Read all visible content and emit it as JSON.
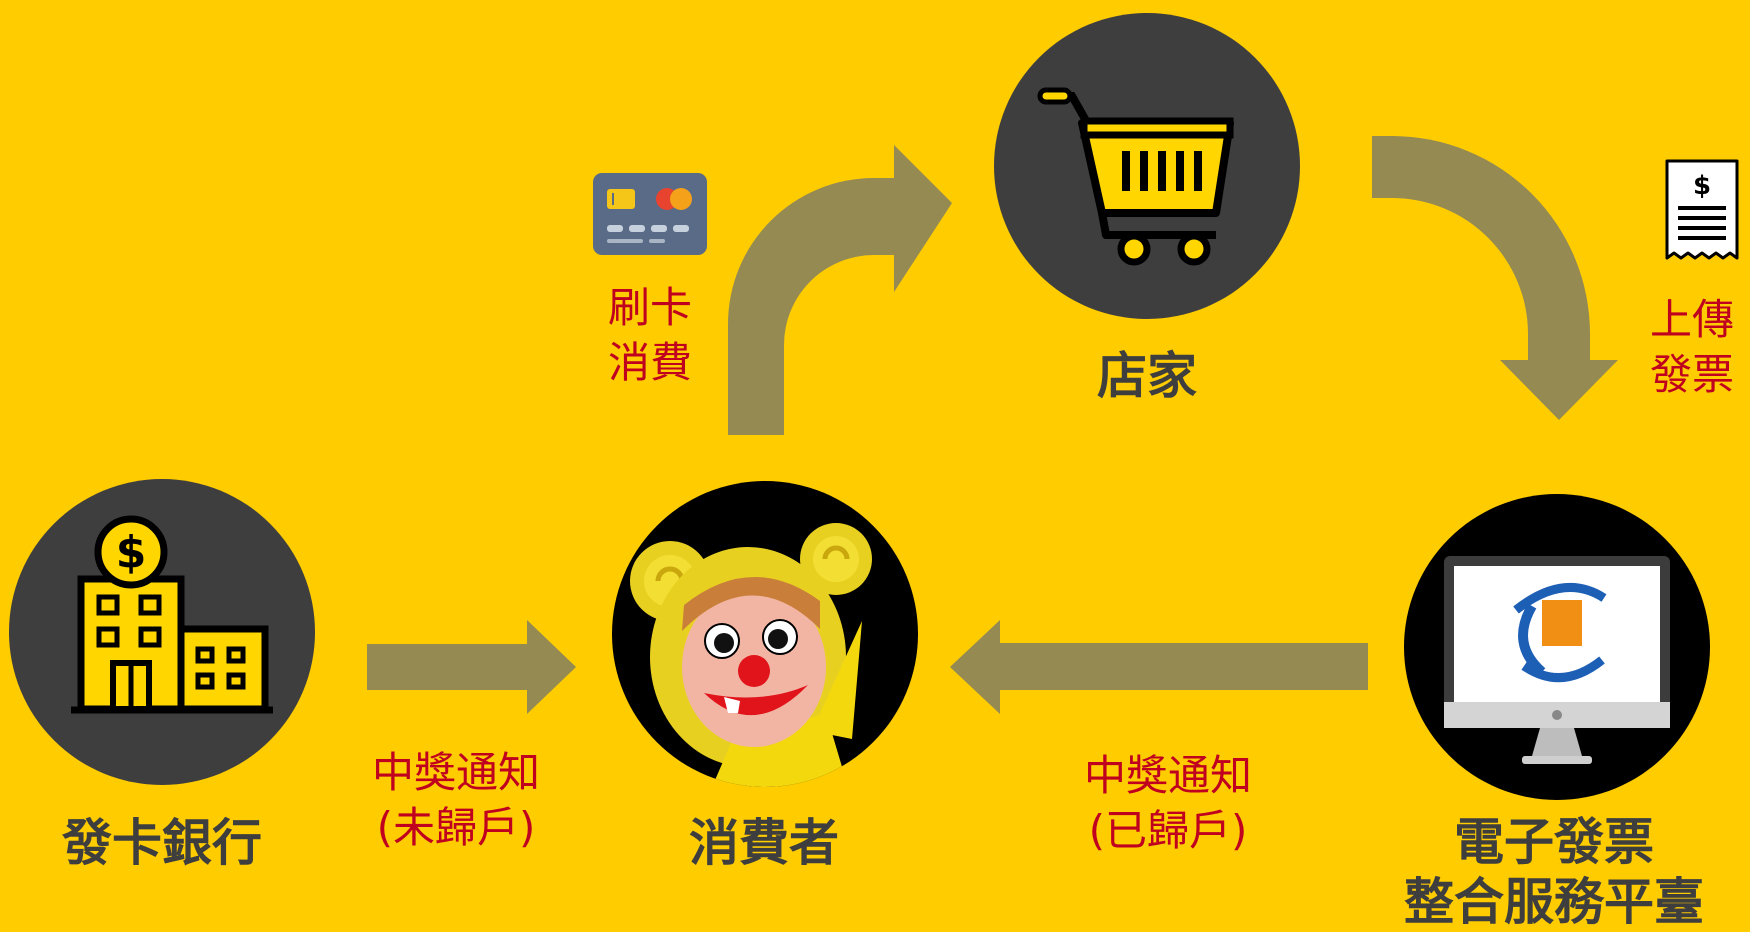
{
  "colors": {
    "background": "#FFCC00",
    "arrow": "#958A52",
    "node_dark": "#3E3E3E",
    "node_black": "#000000",
    "label_text": "#3E3E3E",
    "flow_text": "#C0001F",
    "icon_yellow": "#FFD600"
  },
  "nodes": {
    "store": {
      "label": "店家",
      "icon": "shopping-cart-icon"
    },
    "bank": {
      "label": "發卡銀行",
      "icon": "bank-building-icon"
    },
    "consumer": {
      "label": "消費者",
      "icon": "mascot-character"
    },
    "platform": {
      "label_line1": "電子發票",
      "label_line2": "整合服務平臺",
      "icon": "monitor-logo-icon"
    }
  },
  "flows": {
    "card_payment": {
      "line1": "刷卡",
      "line2": "消費",
      "icon": "credit-card-icon"
    },
    "upload_invoice": {
      "line1": "上傳",
      "line2": "發票",
      "icon": "receipt-icon"
    },
    "notice_unregistered": {
      "line1": "中獎通知",
      "line2": "(未歸戶)"
    },
    "notice_registered": {
      "line1": "中獎通知",
      "line2": "(已歸戶)"
    }
  }
}
